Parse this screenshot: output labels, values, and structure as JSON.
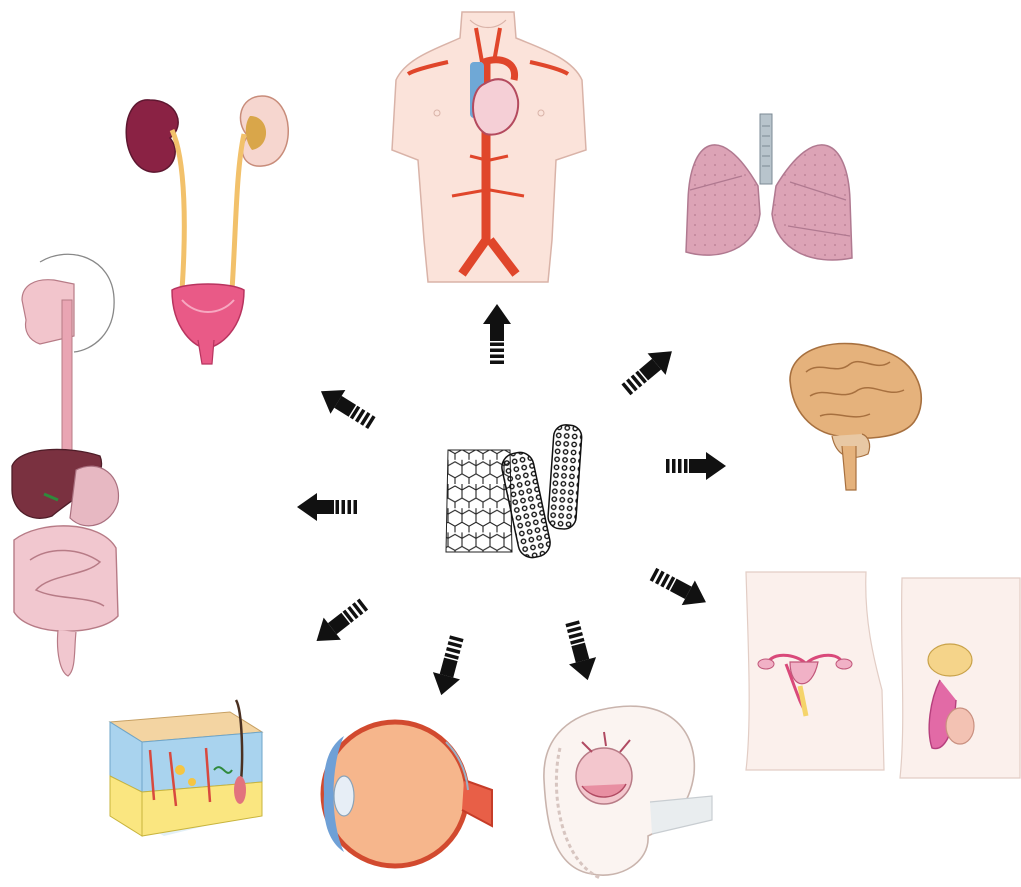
{
  "diagram": {
    "background": "#ffffff",
    "center": {
      "name": "carbon-nanomaterials",
      "icon": "graphene-and-nanotube-icon"
    },
    "targets": [
      {
        "name": "cardiovascular-system",
        "icon": "torso-heart-arteries-icon"
      },
      {
        "name": "urinary-system",
        "icon": "kidneys-bladder-icon"
      },
      {
        "name": "respiratory-system",
        "icon": "lungs-icon"
      },
      {
        "name": "digestive-system",
        "icon": "digestive-tract-icon"
      },
      {
        "name": "nervous-system",
        "icon": "brain-icon"
      },
      {
        "name": "skin",
        "icon": "skin-cross-section-icon"
      },
      {
        "name": "eye",
        "icon": "eyeball-icon"
      },
      {
        "name": "embryo",
        "icon": "embryo-icon"
      },
      {
        "name": "reproductive-system",
        "icon": "reproductive-organs-icon"
      }
    ],
    "colors": {
      "arrow": "#111111",
      "artery": "#e0462b",
      "vein": "#6fa8d6",
      "skin_tone": "#fbe3da",
      "organ_pink": "#dca3b6",
      "brain": "#e5b27c",
      "liver": "#7a3140",
      "bladder": "#e95a87",
      "ureter": "#f2c16b",
      "eye_iris": "#6fa0d6",
      "lattice": "#222222"
    }
  }
}
